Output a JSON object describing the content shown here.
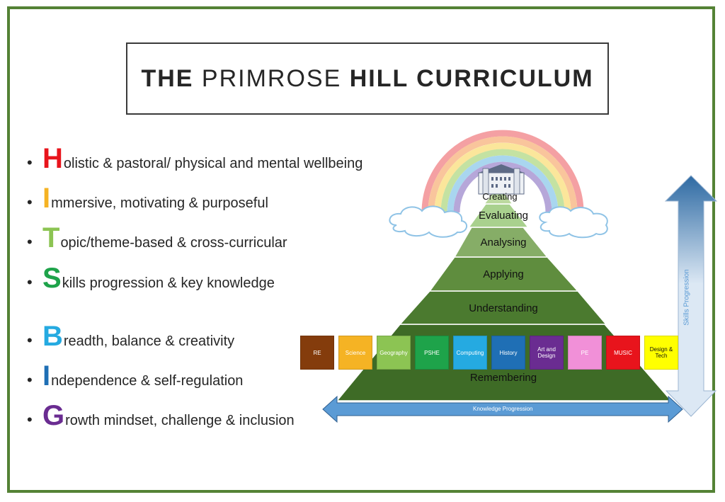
{
  "title": {
    "part1": "THE",
    "part2": "PRIMROSE",
    "part3": "HILL CURRICULUM"
  },
  "acronym": [
    {
      "letter": "H",
      "text": "olistic & pastoral/ physical and mental wellbeing",
      "color": "#e8141c"
    },
    {
      "letter": "I",
      "text": "mmersive, motivating & purposeful",
      "color": "#f5b324"
    },
    {
      "letter": "T",
      "text": "opic/theme-based & cross-curricular",
      "color": "#8cc453"
    },
    {
      "letter": "S",
      "text": "kills progression & key knowledge",
      "color": "#1ea34a"
    },
    {
      "letter": "B",
      "text": "readth, balance & creativity",
      "color": "#25aae1"
    },
    {
      "letter": "I",
      "text": "ndependence & self-regulation",
      "color": "#1f6fb5"
    },
    {
      "letter": "G",
      "text": "rowth mindset, challenge & inclusion",
      "color": "#6a2c91"
    }
  ],
  "pyramid_levels": [
    "Creating",
    "Evaluating",
    "Analysing",
    "Applying",
    "Understanding",
    "Remembering"
  ],
  "subjects": [
    {
      "label": "RE",
      "color": "#843c0c",
      "text_color": "#ffffff"
    },
    {
      "label": "Science",
      "color": "#f5b324",
      "text_color": "#ffffff"
    },
    {
      "label": "Geography",
      "color": "#8cc453",
      "text_color": "#ffffff"
    },
    {
      "label": "PSHE",
      "color": "#1ea34a",
      "text_color": "#ffffff"
    },
    {
      "label": "Computing",
      "color": "#25aae1",
      "text_color": "#ffffff"
    },
    {
      "label": "History",
      "color": "#1f6fb5",
      "text_color": "#ffffff"
    },
    {
      "label": "Art and Design",
      "color": "#6a2c91",
      "text_color": "#ffffff"
    },
    {
      "label": "PE",
      "color": "#f190d8",
      "text_color": "#ffffff"
    },
    {
      "label": "MUSIC",
      "color": "#e8141c",
      "text_color": "#ffffff"
    },
    {
      "label": "Design & Tech",
      "color": "#ffff00",
      "text_color": "#111111"
    }
  ],
  "arrows": {
    "horizontal": "Knowledge Progression",
    "vertical": "Skills Progression"
  },
  "colors": {
    "frame": "#548235",
    "pyramid_dark": "#3e6b26",
    "pyramid_light": "#a9d18e",
    "arrow_blue": "#5b9bd5"
  }
}
